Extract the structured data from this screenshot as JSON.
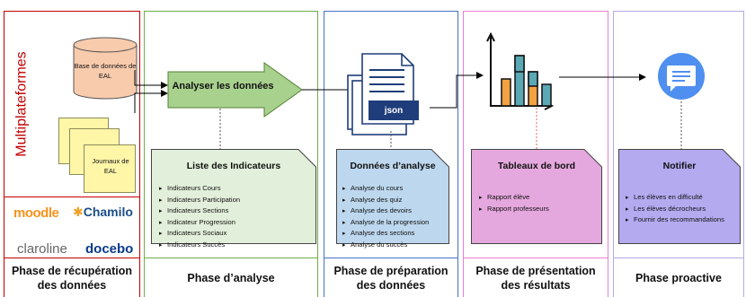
{
  "source": {
    "title": "Multiplateformes",
    "database_label": "Base de données de EAL",
    "logs_label": "Journaux de EAL",
    "logos": [
      "moodle",
      "Chamilo",
      "claroline",
      "docebo"
    ],
    "phase": "Phase de récupération des données"
  },
  "analysis": {
    "arrow_label": "Analyser les données",
    "card_title": "Liste des Indicateurs",
    "items": [
      "Indicateurs Cours",
      "Indicateurs Participation",
      "Indicateurs Sections",
      "Indicateur Progression",
      "Indicateurs Sociaux",
      "Indicateurs Succès"
    ],
    "phase": "Phase d’analyse"
  },
  "preparation": {
    "file_label": "json",
    "card_title": "Données d’analyse",
    "items": [
      "Analyse du cours",
      "Analyse des quiz",
      "Analyse des devoirs",
      "Analyse de la progression",
      "Analyse des sections",
      "Analyse du succès"
    ],
    "phase": "Phase de préparation des données"
  },
  "presentation": {
    "card_title": "Tableaux de bord",
    "items": [
      "Rapport élève",
      "Rapport professeurs"
    ],
    "phase": "Phase de présentation des résultats"
  },
  "proactive": {
    "card_title": "Notifier",
    "items": [
      "Les élèves en difficulté",
      "Les élèves décrocheurs",
      "Fournir des recommandations"
    ],
    "phase": "Phase proactive"
  },
  "colors": {
    "red": "#c00000",
    "green": "#70ad47",
    "blue": "#4472c4",
    "pink": "#e87fd0",
    "purple": "#b4a7e6",
    "card_green": "#e2efda",
    "card_blue": "#bdd7ee",
    "card_pink": "#e5a8de",
    "card_purple": "#b4aaf0",
    "note_yellow": "#fff6a8",
    "db_peach": "#f8cbad",
    "bubble_blue": "#4f8ff0"
  }
}
